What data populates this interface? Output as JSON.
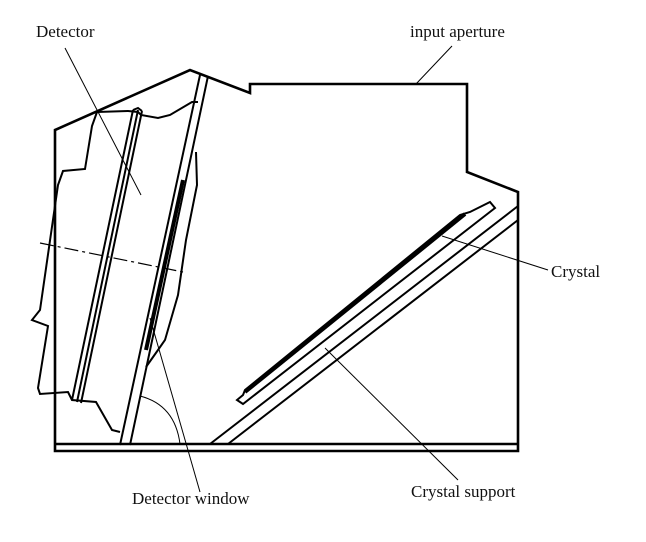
{
  "figure": {
    "type": "schematic cross-section",
    "subject": "crystal spectrometer with detector"
  },
  "labels": {
    "detector": "Detector",
    "input_aperture": "input aperture",
    "crystal": "Crystal",
    "detector_window": "Detector window",
    "crystal_support": "Crystal support"
  },
  "colors": {
    "line": "#000000",
    "background": "#ffffff",
    "text": "#111111"
  }
}
